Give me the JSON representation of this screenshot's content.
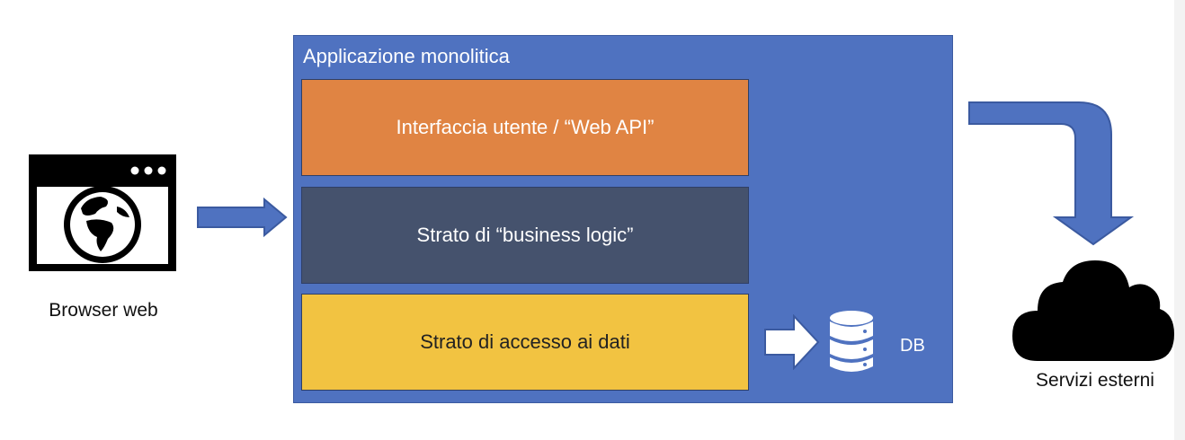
{
  "browser": {
    "label": "Browser web",
    "icon": "browser-globe-icon"
  },
  "app": {
    "title": "Applicazione monolitica",
    "layers": [
      {
        "label": "Interfaccia utente / “Web API”",
        "color": "#e08443"
      },
      {
        "label": "Strato di “business logic”",
        "color": "#45526d"
      },
      {
        "label": "Strato di accesso ai dati",
        "color": "#f2c341"
      }
    ],
    "db": {
      "label": "DB",
      "icon": "database-icon"
    },
    "color": "#4f72c0"
  },
  "services": {
    "label": "Servizi esterni",
    "icon": "cloud-icon"
  }
}
